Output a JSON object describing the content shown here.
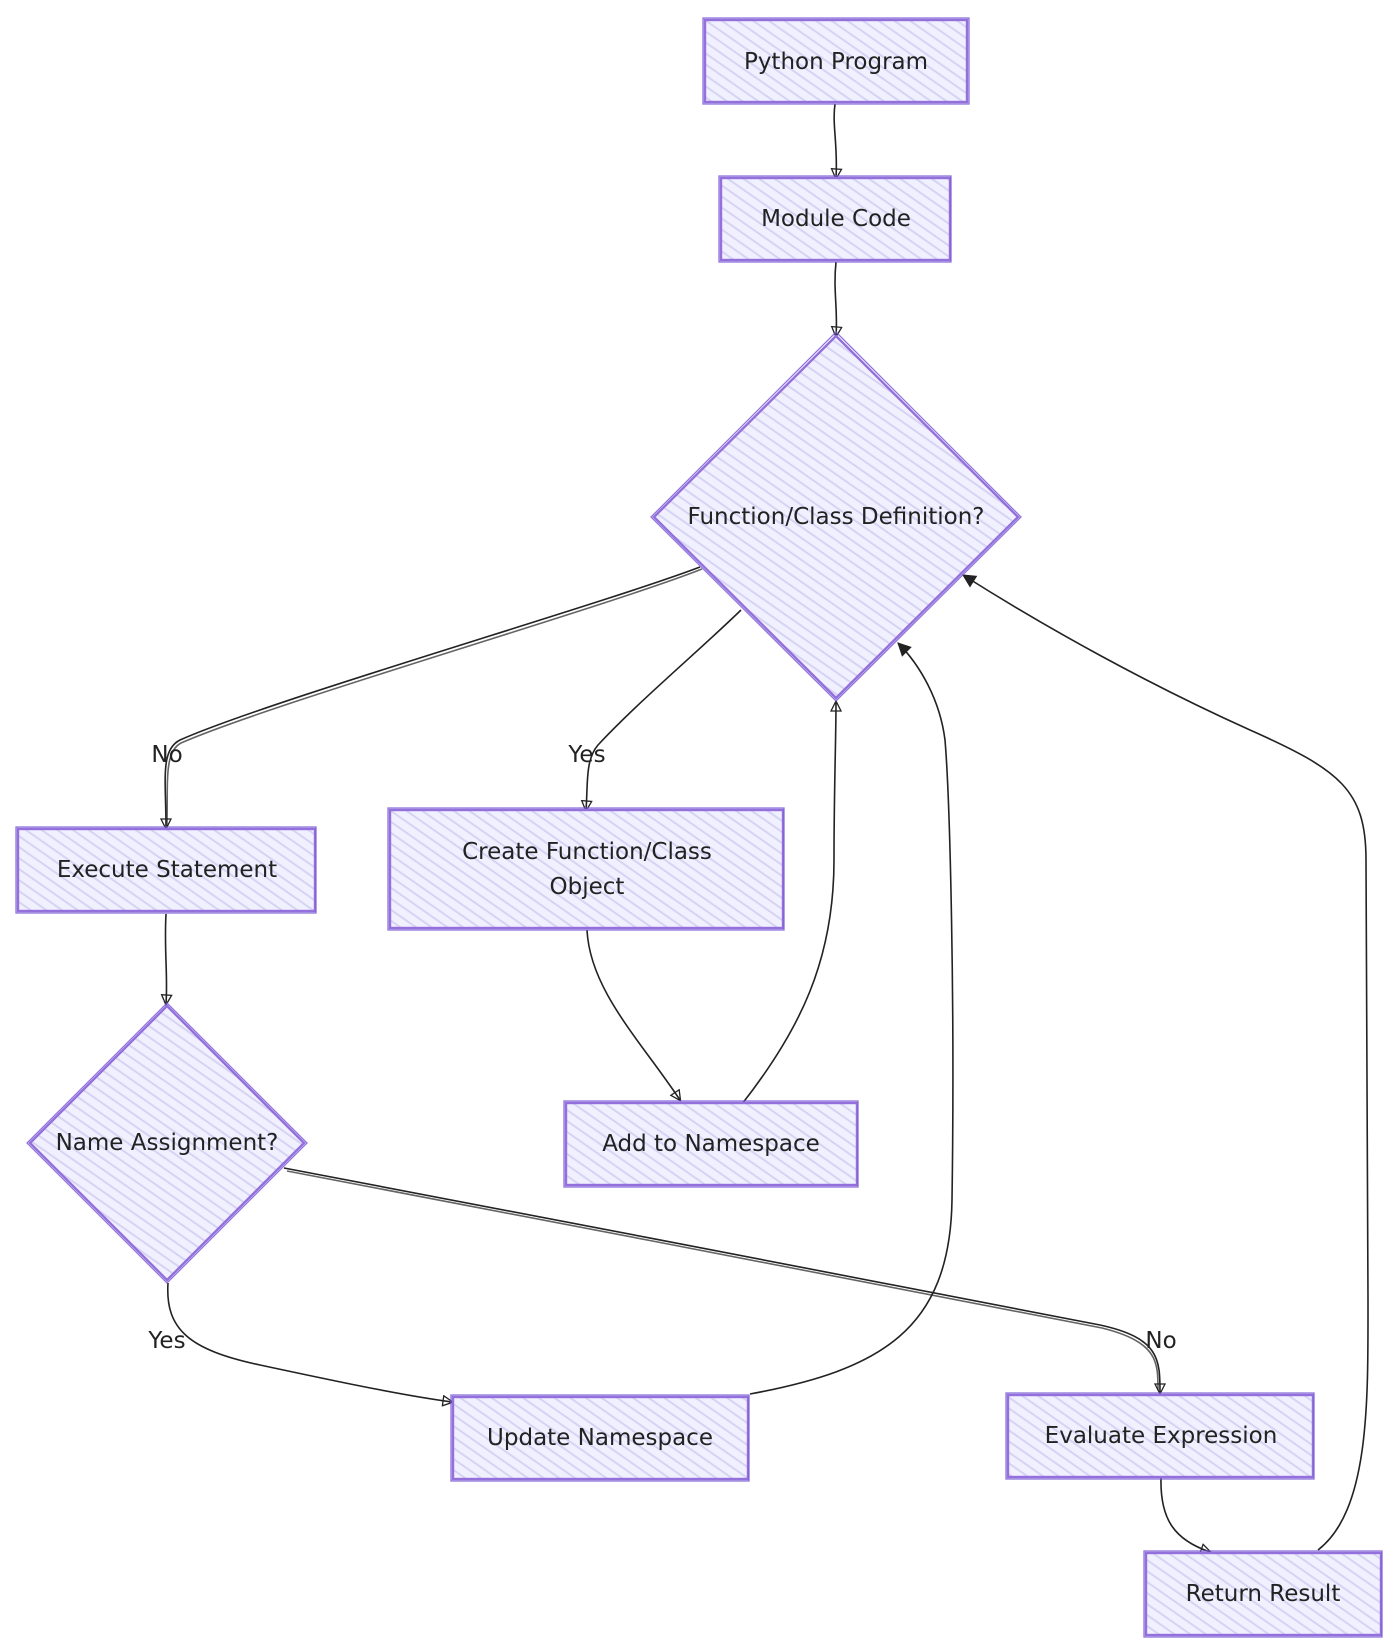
{
  "nodes": {
    "python_program": "Python Program",
    "module_code": "Module Code",
    "decision_def": "Function/Class Definition?",
    "execute_statement": "Execute Statement",
    "create_object_line1": "Create Function/Class",
    "create_object_line2": "Object",
    "add_namespace": "Add to Namespace",
    "decision_assign": "Name Assignment?",
    "update_namespace": "Update Namespace",
    "evaluate_expression": "Evaluate Expression",
    "return_result": "Return Result"
  },
  "edge_labels": {
    "def_no": "No",
    "def_yes": "Yes",
    "assign_yes": "Yes",
    "assign_no": "No"
  },
  "colors": {
    "node_fill": "#ececff",
    "node_stroke": "#9370db",
    "edge": "#222222"
  }
}
